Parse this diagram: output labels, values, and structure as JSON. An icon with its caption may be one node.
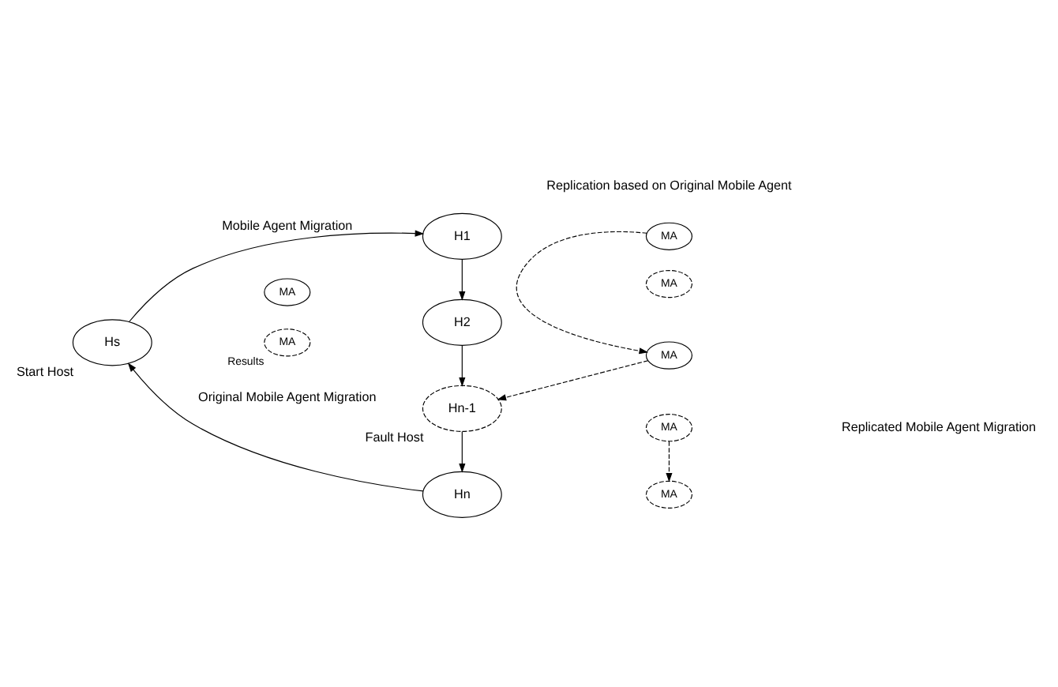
{
  "diagram": {
    "nodes": [
      {
        "text": [
          "Hs"
        ],
        "beside": [
          "Start Host"
        ]
      },
      {
        "text": [
          "H1"
        ]
      },
      {
        "text": [
          "MA"
        ]
      },
      {
        "text": [
          "MA"
        ]
      },
      {
        "text": [
          "H2"
        ]
      },
      {
        "text": [
          "MA"
        ]
      },
      {
        "text": [
          "MA"
        ]
      },
      {
        "text": [
          "Hn-1"
        ],
        "beside": [
          "Fault Host"
        ]
      },
      {
        "text": [
          "Hn"
        ]
      },
      {
        "text": [
          "MA"
        ]
      },
      {
        "text": [
          "MA"
        ]
      },
      {
        "text": [
          "MA"
        ],
        "beside": [
          "Results"
        ]
      }
    ],
    "edges": [
      {
        "from": 0,
        "to": 1,
        "arrow": "to",
        "label": "Mobile Agent Migration"
      },
      {
        "from": 1,
        "to": 4,
        "arrow": "to"
      },
      {
        "from": 4,
        "to": 7,
        "arrow": "to"
      },
      {
        "from": 7,
        "to": 8,
        "arrow": "to"
      },
      {
        "from": 8,
        "to": 0,
        "arrow": "to"
      },
      {
        "from": 2,
        "to": 5,
        "arrow": "to",
        "style": "dashed"
      },
      {
        "from": 5,
        "to": 7,
        "arrow": "to",
        "style": "dashed"
      },
      {
        "from": 6,
        "to": 9,
        "arrow": "to",
        "style": "dashed"
      }
    ],
    "labels": [
      "Replication based on Original Mobile Agent",
      "Original Mobile Agent Migration",
      "Replicated Mobile Agent Migration"
    ]
  }
}
